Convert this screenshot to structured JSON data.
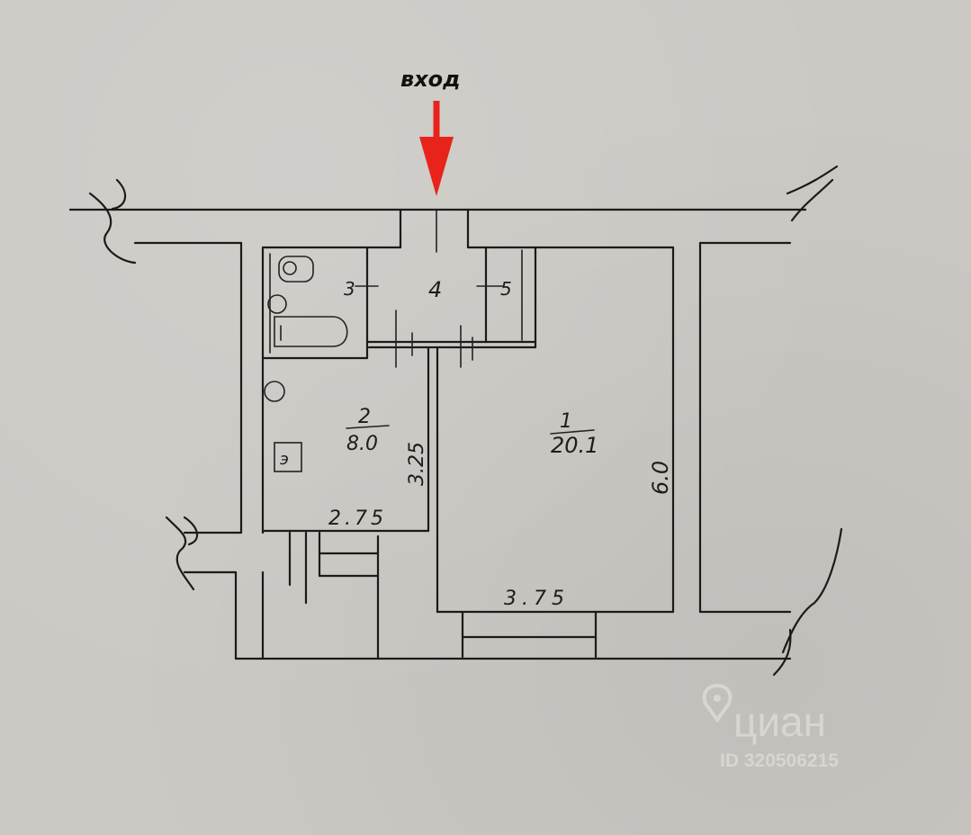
{
  "entrance": {
    "label": "вход",
    "arrow_color": "#e8231c"
  },
  "rooms": [
    {
      "number": "1",
      "area": "20.1",
      "dimension_side": "6.0",
      "dimension_bottom": "3.75"
    },
    {
      "number": "2",
      "area": "8.0",
      "dimension_side": "3.25",
      "dimension_bottom": "2.75"
    },
    {
      "number": "3"
    },
    {
      "number": "4"
    },
    {
      "number": "5"
    }
  ],
  "fixtures": {
    "cabinet_label": "э"
  },
  "watermark": {
    "brand": "циан",
    "id": "ID 320506215"
  }
}
